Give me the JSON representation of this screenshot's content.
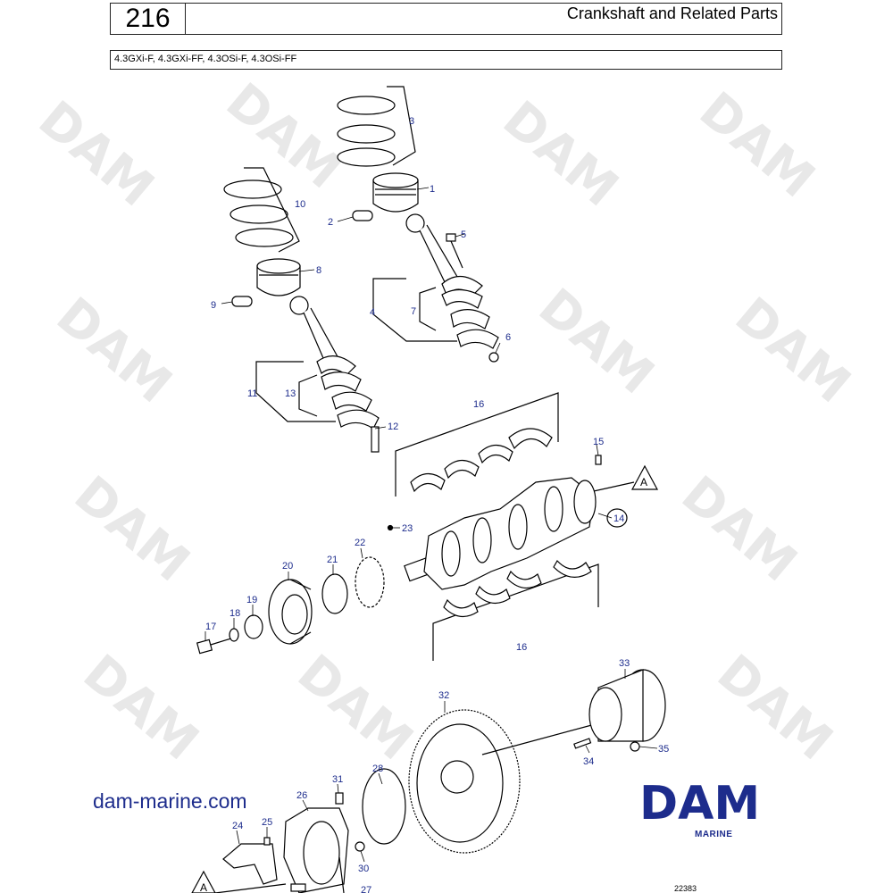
{
  "header": {
    "page_number": "216",
    "title": "Crankshaft and Related Parts",
    "models": "4.3GXi-F, 4.3GXi-FF, 4.3OSi-F, 4.3OSi-FF"
  },
  "watermark": "DAM",
  "callouts": [
    "1",
    "2",
    "3",
    "4",
    "5",
    "6",
    "7",
    "8",
    "9",
    "10",
    "11",
    "12",
    "13",
    "14",
    "15",
    "16",
    "16",
    "17",
    "18",
    "19",
    "20",
    "21",
    "22",
    "23",
    "24",
    "25",
    "26",
    "27",
    "28",
    "30",
    "31",
    "32",
    "33",
    "34",
    "35"
  ],
  "reference_marks": [
    "A",
    "A"
  ],
  "footer": {
    "website": "dam-marine.com",
    "brand": "DAM",
    "brand_sub": "MARINE",
    "code": "22383"
  },
  "colors": {
    "ink": "#1d2c8c",
    "line": "#000000",
    "watermark": "#d6d6d6"
  }
}
